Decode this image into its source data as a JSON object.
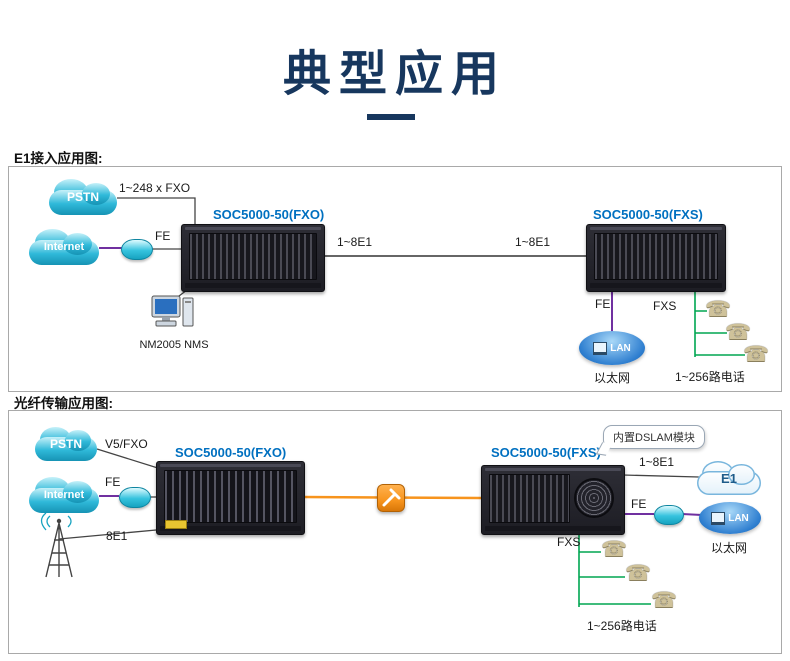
{
  "title": "典型应用",
  "icons": {
    "phone": "☎"
  },
  "s1": {
    "heading": "E1接入应用图:",
    "pstn": "PSTN",
    "internet": "Internet",
    "fxo_count": "1~248 x FXO",
    "fe_left": "FE",
    "soc_fxo": "SOC5000-50(FXO)",
    "e1_left": "1~8E1",
    "e1_right": "1~8E1",
    "soc_fxs": "SOC5000-50(FXS)",
    "nms": "NM2005 NMS",
    "fe_right": "FE",
    "fxs": "FXS",
    "lan": "LAN",
    "ethernet": "以太网",
    "phones": "1~256路电话"
  },
  "s2": {
    "heading": "光纤传输应用图:",
    "pstn": "PSTN",
    "internet": "Internet",
    "v5fxo": "V5/FXO",
    "fe_left": "FE",
    "e1_8": "8E1",
    "soc_fxo": "SOC5000-50(FXO)",
    "soc_fxs": "SOC5000-50(FXS)",
    "dslam": "内置DSLAM模块",
    "e1_link": "1~8E1",
    "e1_cloud": "E1",
    "fe_right": "FE",
    "lan": "LAN",
    "ethernet": "以太网",
    "fxs": "FXS",
    "phones": "1~256路电话"
  },
  "colors": {
    "navy": "#17375e",
    "blue": "#0070c0",
    "purple": "#7030a0",
    "green": "#00a651",
    "orange": "#f7941d",
    "cloud_teal": "#2fb9d9",
    "device_dark": "#2e2e36"
  }
}
